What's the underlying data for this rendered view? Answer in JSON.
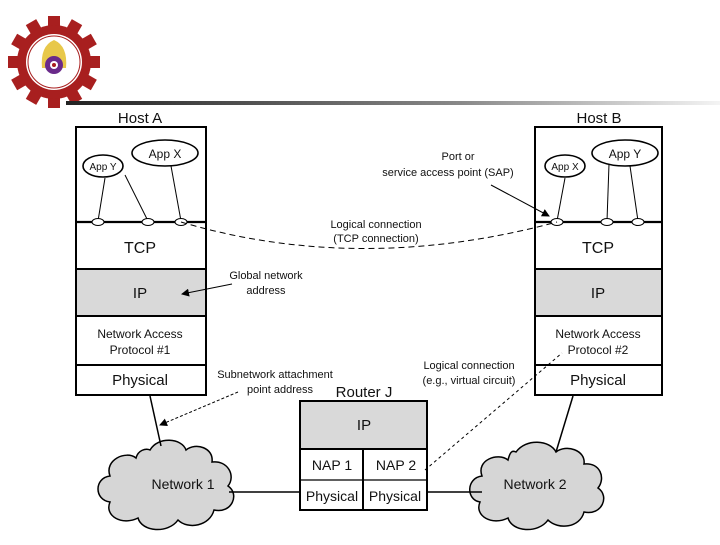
{
  "logo": {
    "name": "university-gear-logo",
    "colors": {
      "gear": "#a81f1f",
      "crest": "#e8c84a",
      "center": "#6a2a8a"
    }
  },
  "colors": {
    "layer_gray": "#d9d9d9",
    "line": "#000000",
    "cloud": "#d6d6d6"
  },
  "host_a": {
    "title": "Host A",
    "apps": [
      "App Y",
      "App X"
    ],
    "layers": {
      "tcp": "TCP",
      "ip": "IP",
      "nap_line1": "Network Access",
      "nap_line2": "Protocol #1",
      "physical": "Physical"
    }
  },
  "host_b": {
    "title": "Host B",
    "apps": [
      "App X",
      "App Y"
    ],
    "layers": {
      "tcp": "TCP",
      "ip": "IP",
      "nap_line1": "Network Access",
      "nap_line2": "Protocol #2",
      "physical": "Physical"
    }
  },
  "router": {
    "title": "Router J",
    "ip": "IP",
    "nap1": "NAP 1",
    "nap2": "NAP 2",
    "physical1": "Physical",
    "physical2": "Physical"
  },
  "networks": {
    "n1": "Network 1",
    "n2": "Network 2"
  },
  "annotations": {
    "sap_line1": "Port or",
    "sap_line2": "service access point (SAP)",
    "tcp_conn_line1": "Logical connection",
    "tcp_conn_line2": "(TCP connection)",
    "global_line1": "Global network",
    "global_line2": "address",
    "subnet_line1": "Subnetwork attachment",
    "subnet_line2": "point address",
    "vc_line1": "Logical connection",
    "vc_line2": "(e.g., virtual circuit)"
  }
}
